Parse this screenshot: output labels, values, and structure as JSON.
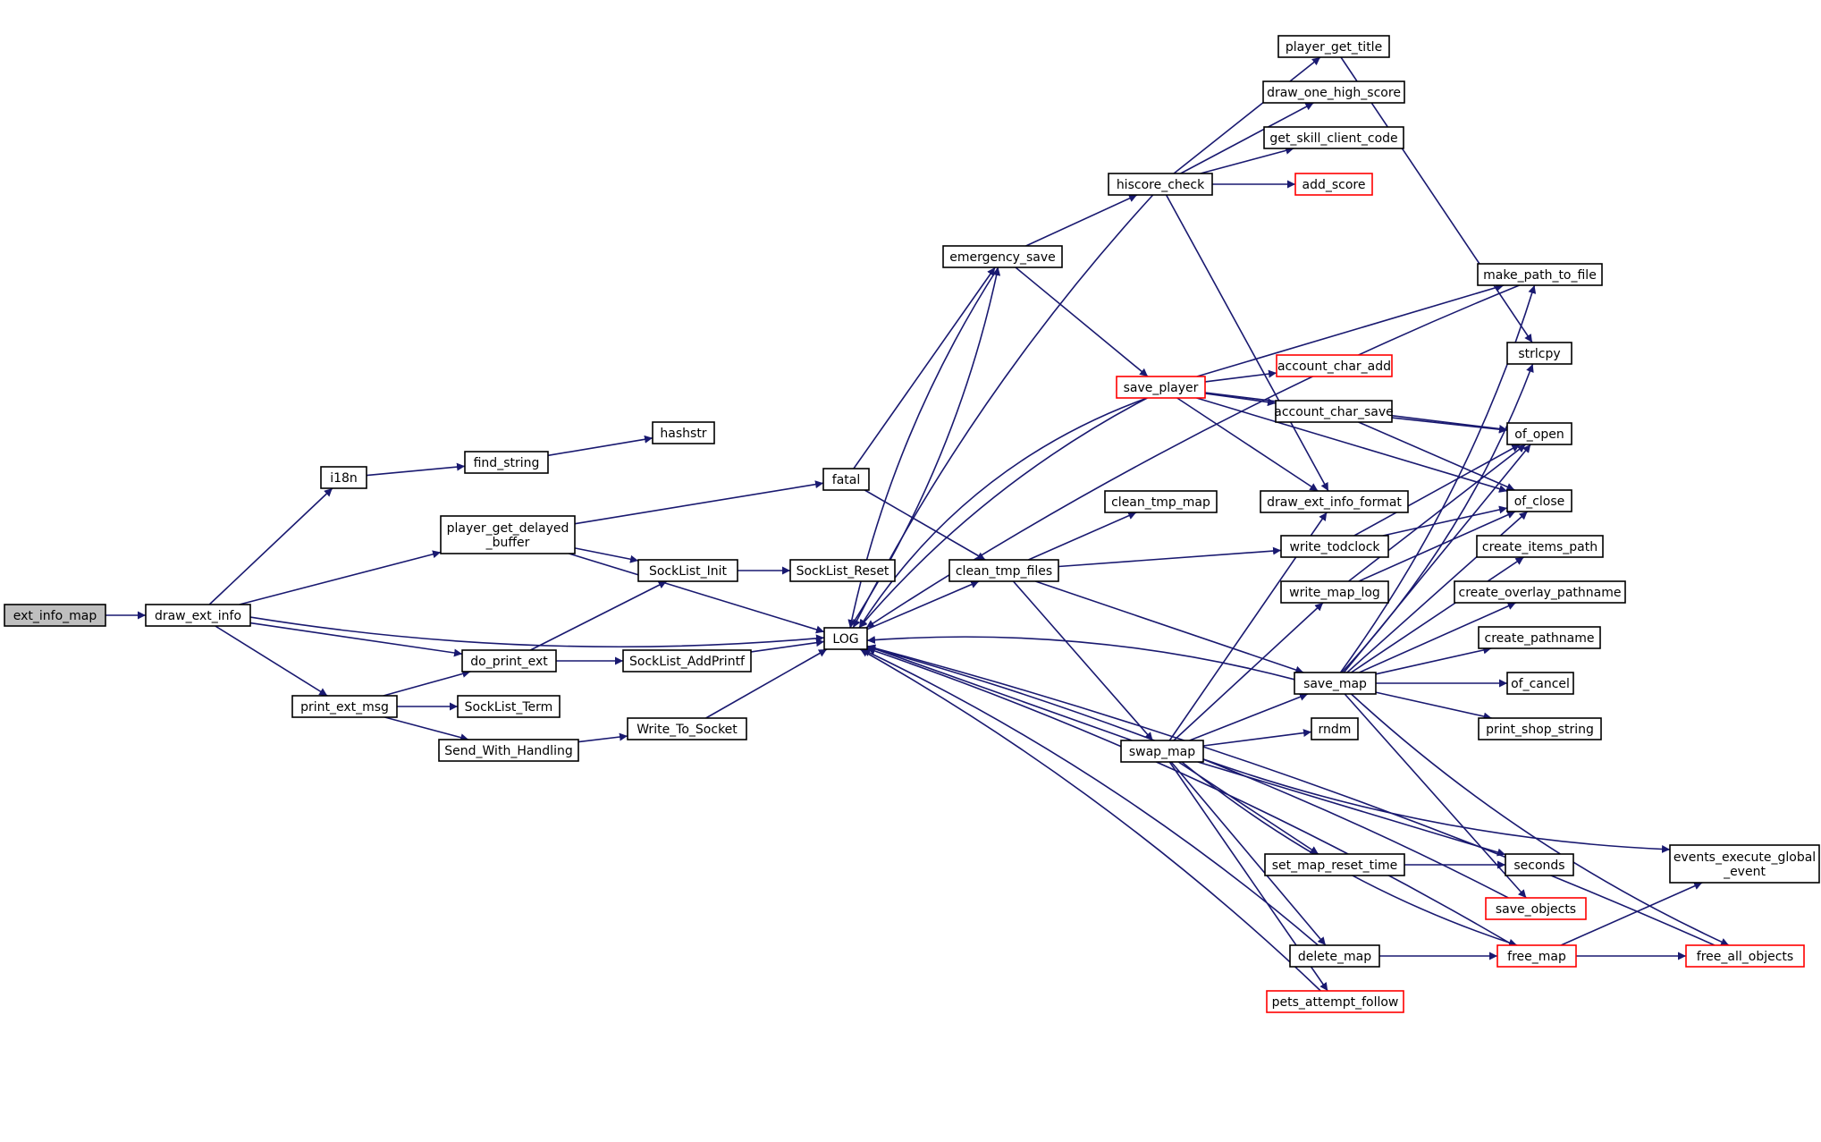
{
  "colors": {
    "edge": "#191970",
    "node_border": "#000000",
    "node_border_partial": "#ff0000",
    "root_fill": "#bfbfbf",
    "node_fill": "#ffffff"
  },
  "nodes": {
    "ext_info_map": {
      "label": [
        "ext_info_map"
      ],
      "kind": "root"
    },
    "draw_ext_info": {
      "label": [
        "draw_ext_info"
      ],
      "kind": "normal"
    },
    "i18n": {
      "label": [
        "i18n"
      ],
      "kind": "normal"
    },
    "find_string": {
      "label": [
        "find_string"
      ],
      "kind": "normal"
    },
    "hashstr": {
      "label": [
        "hashstr"
      ],
      "kind": "normal"
    },
    "player_get_delayed_buffer": {
      "label": [
        "player_get_delayed",
        "_buffer"
      ],
      "kind": "normal"
    },
    "do_print_ext": {
      "label": [
        "do_print_ext"
      ],
      "kind": "normal"
    },
    "print_ext_msg": {
      "label": [
        "print_ext_msg"
      ],
      "kind": "normal"
    },
    "SockList_Term": {
      "label": [
        "SockList_Term"
      ],
      "kind": "normal"
    },
    "Send_With_Handling": {
      "label": [
        "Send_With_Handling"
      ],
      "kind": "normal"
    },
    "SockList_Init": {
      "label": [
        "SockList_Init"
      ],
      "kind": "normal"
    },
    "SockList_Reset": {
      "label": [
        "SockList_Reset"
      ],
      "kind": "normal"
    },
    "SockList_AddPrintf": {
      "label": [
        "SockList_AddPrintf"
      ],
      "kind": "normal"
    },
    "Write_To_Socket": {
      "label": [
        "Write_To_Socket"
      ],
      "kind": "normal"
    },
    "fatal": {
      "label": [
        "fatal"
      ],
      "kind": "normal"
    },
    "LOG": {
      "label": [
        "LOG"
      ],
      "kind": "normal"
    },
    "emergency_save": {
      "label": [
        "emergency_save"
      ],
      "kind": "normal"
    },
    "clean_tmp_files": {
      "label": [
        "clean_tmp_files"
      ],
      "kind": "normal"
    },
    "hiscore_check": {
      "label": [
        "hiscore_check"
      ],
      "kind": "normal"
    },
    "save_player": {
      "label": [
        "save_player"
      ],
      "kind": "partial"
    },
    "clean_tmp_map": {
      "label": [
        "clean_tmp_map"
      ],
      "kind": "normal"
    },
    "swap_map": {
      "label": [
        "swap_map"
      ],
      "kind": "normal"
    },
    "player_get_title": {
      "label": [
        "player_get_title"
      ],
      "kind": "normal"
    },
    "draw_one_high_score": {
      "label": [
        "draw_one_high_score"
      ],
      "kind": "normal"
    },
    "get_skill_client_code": {
      "label": [
        "get_skill_client_code"
      ],
      "kind": "normal"
    },
    "add_score": {
      "label": [
        "add_score"
      ],
      "kind": "partial"
    },
    "account_char_add": {
      "label": [
        "account_char_add"
      ],
      "kind": "partial"
    },
    "account_char_save": {
      "label": [
        "account_char_save"
      ],
      "kind": "normal"
    },
    "draw_ext_info_format": {
      "label": [
        "draw_ext_info_format"
      ],
      "kind": "normal"
    },
    "write_todclock": {
      "label": [
        "write_todclock"
      ],
      "kind": "normal"
    },
    "write_map_log": {
      "label": [
        "write_map_log"
      ],
      "kind": "normal"
    },
    "save_map": {
      "label": [
        "save_map"
      ],
      "kind": "normal"
    },
    "rndm": {
      "label": [
        "rndm"
      ],
      "kind": "normal"
    },
    "set_map_reset_time": {
      "label": [
        "set_map_reset_time"
      ],
      "kind": "normal"
    },
    "delete_map": {
      "label": [
        "delete_map"
      ],
      "kind": "normal"
    },
    "pets_attempt_follow": {
      "label": [
        "pets_attempt_follow"
      ],
      "kind": "partial"
    },
    "make_path_to_file": {
      "label": [
        "make_path_to_file"
      ],
      "kind": "normal"
    },
    "strlcpy": {
      "label": [
        "strlcpy"
      ],
      "kind": "normal"
    },
    "of_open": {
      "label": [
        "of_open"
      ],
      "kind": "normal"
    },
    "of_close": {
      "label": [
        "of_close"
      ],
      "kind": "normal"
    },
    "create_items_path": {
      "label": [
        "create_items_path"
      ],
      "kind": "normal"
    },
    "create_overlay_pathname": {
      "label": [
        "create_overlay_pathname"
      ],
      "kind": "normal"
    },
    "create_pathname": {
      "label": [
        "create_pathname"
      ],
      "kind": "normal"
    },
    "of_cancel": {
      "label": [
        "of_cancel"
      ],
      "kind": "normal"
    },
    "print_shop_string": {
      "label": [
        "print_shop_string"
      ],
      "kind": "normal"
    },
    "seconds": {
      "label": [
        "seconds"
      ],
      "kind": "normal"
    },
    "events_execute_global_event": {
      "label": [
        "events_execute_global",
        "_event"
      ],
      "kind": "normal"
    },
    "save_objects": {
      "label": [
        "save_objects"
      ],
      "kind": "partial"
    },
    "free_map": {
      "label": [
        "free_map"
      ],
      "kind": "partial"
    },
    "free_all_objects": {
      "label": [
        "free_all_objects"
      ],
      "kind": "partial"
    }
  },
  "edges": [
    [
      "ext_info_map",
      "draw_ext_info"
    ],
    [
      "draw_ext_info",
      "i18n"
    ],
    [
      "draw_ext_info",
      "player_get_delayed_buffer"
    ],
    [
      "draw_ext_info",
      "LOG"
    ],
    [
      "draw_ext_info",
      "do_print_ext"
    ],
    [
      "draw_ext_info",
      "print_ext_msg"
    ],
    [
      "i18n",
      "find_string"
    ],
    [
      "find_string",
      "hashstr"
    ],
    [
      "player_get_delayed_buffer",
      "fatal"
    ],
    [
      "player_get_delayed_buffer",
      "LOG"
    ],
    [
      "player_get_delayed_buffer",
      "SockList_Init"
    ],
    [
      "print_ext_msg",
      "do_print_ext"
    ],
    [
      "print_ext_msg",
      "SockList_Term"
    ],
    [
      "print_ext_msg",
      "Send_With_Handling"
    ],
    [
      "do_print_ext",
      "SockList_Init"
    ],
    [
      "do_print_ext",
      "SockList_AddPrintf"
    ],
    [
      "SockList_Init",
      "SockList_Reset"
    ],
    [
      "SockList_AddPrintf",
      "LOG"
    ],
    [
      "Send_With_Handling",
      "Write_To_Socket"
    ],
    [
      "Write_To_Socket",
      "LOG"
    ],
    [
      "fatal",
      "emergency_save"
    ],
    [
      "fatal",
      "clean_tmp_files"
    ],
    [
      "LOG",
      "clean_tmp_files"
    ],
    [
      "LOG",
      "emergency_save"
    ],
    [
      "emergency_save",
      "LOG"
    ],
    [
      "emergency_save",
      "hiscore_check"
    ],
    [
      "emergency_save",
      "save_player"
    ],
    [
      "hiscore_check",
      "LOG"
    ],
    [
      "hiscore_check",
      "player_get_title"
    ],
    [
      "hiscore_check",
      "draw_one_high_score"
    ],
    [
      "hiscore_check",
      "get_skill_client_code"
    ],
    [
      "hiscore_check",
      "add_score"
    ],
    [
      "hiscore_check",
      "draw_ext_info_format"
    ],
    [
      "save_player",
      "LOG"
    ],
    [
      "save_player",
      "account_char_add"
    ],
    [
      "save_player",
      "account_char_save"
    ],
    [
      "save_player",
      "draw_ext_info_format"
    ],
    [
      "save_player",
      "make_path_to_file"
    ],
    [
      "save_player",
      "of_open"
    ],
    [
      "save_player",
      "of_close"
    ],
    [
      "save_player",
      "LOG"
    ],
    [
      "account_char_save",
      "of_open"
    ],
    [
      "account_char_save",
      "of_close"
    ],
    [
      "clean_tmp_files",
      "clean_tmp_map"
    ],
    [
      "clean_tmp_files",
      "write_todclock"
    ],
    [
      "clean_tmp_files",
      "save_map"
    ],
    [
      "clean_tmp_files",
      "swap_map"
    ],
    [
      "write_todclock",
      "of_open"
    ],
    [
      "write_todclock",
      "of_close"
    ],
    [
      "write_map_log",
      "of_open"
    ],
    [
      "write_map_log",
      "of_close"
    ],
    [
      "save_map",
      "LOG"
    ],
    [
      "save_map",
      "make_path_to_file"
    ],
    [
      "save_map",
      "strlcpy"
    ],
    [
      "save_map",
      "of_open"
    ],
    [
      "save_map",
      "of_close"
    ],
    [
      "save_map",
      "create_items_path"
    ],
    [
      "save_map",
      "create_overlay_pathname"
    ],
    [
      "save_map",
      "create_pathname"
    ],
    [
      "save_map",
      "of_cancel"
    ],
    [
      "save_map",
      "print_shop_string"
    ],
    [
      "save_map",
      "save_objects"
    ],
    [
      "save_map",
      "free_all_objects"
    ],
    [
      "swap_map",
      "LOG"
    ],
    [
      "swap_map",
      "draw_ext_info_format"
    ],
    [
      "swap_map",
      "write_map_log"
    ],
    [
      "swap_map",
      "save_map"
    ],
    [
      "swap_map",
      "rndm"
    ],
    [
      "swap_map",
      "set_map_reset_time"
    ],
    [
      "swap_map",
      "seconds"
    ],
    [
      "swap_map",
      "events_execute_global_event"
    ],
    [
      "swap_map",
      "delete_map"
    ],
    [
      "swap_map",
      "free_map"
    ],
    [
      "swap_map",
      "pets_attempt_follow"
    ],
    [
      "set_map_reset_time",
      "seconds"
    ],
    [
      "delete_map",
      "LOG"
    ],
    [
      "delete_map",
      "free_map"
    ],
    [
      "pets_attempt_follow",
      "LOG"
    ],
    [
      "save_objects",
      "LOG"
    ],
    [
      "free_map",
      "LOG"
    ],
    [
      "free_map",
      "events_execute_global_event"
    ],
    [
      "free_map",
      "free_all_objects"
    ],
    [
      "free_all_objects",
      "LOG"
    ],
    [
      "make_path_to_file",
      "LOG"
    ],
    [
      "player_get_title",
      "strlcpy"
    ]
  ]
}
